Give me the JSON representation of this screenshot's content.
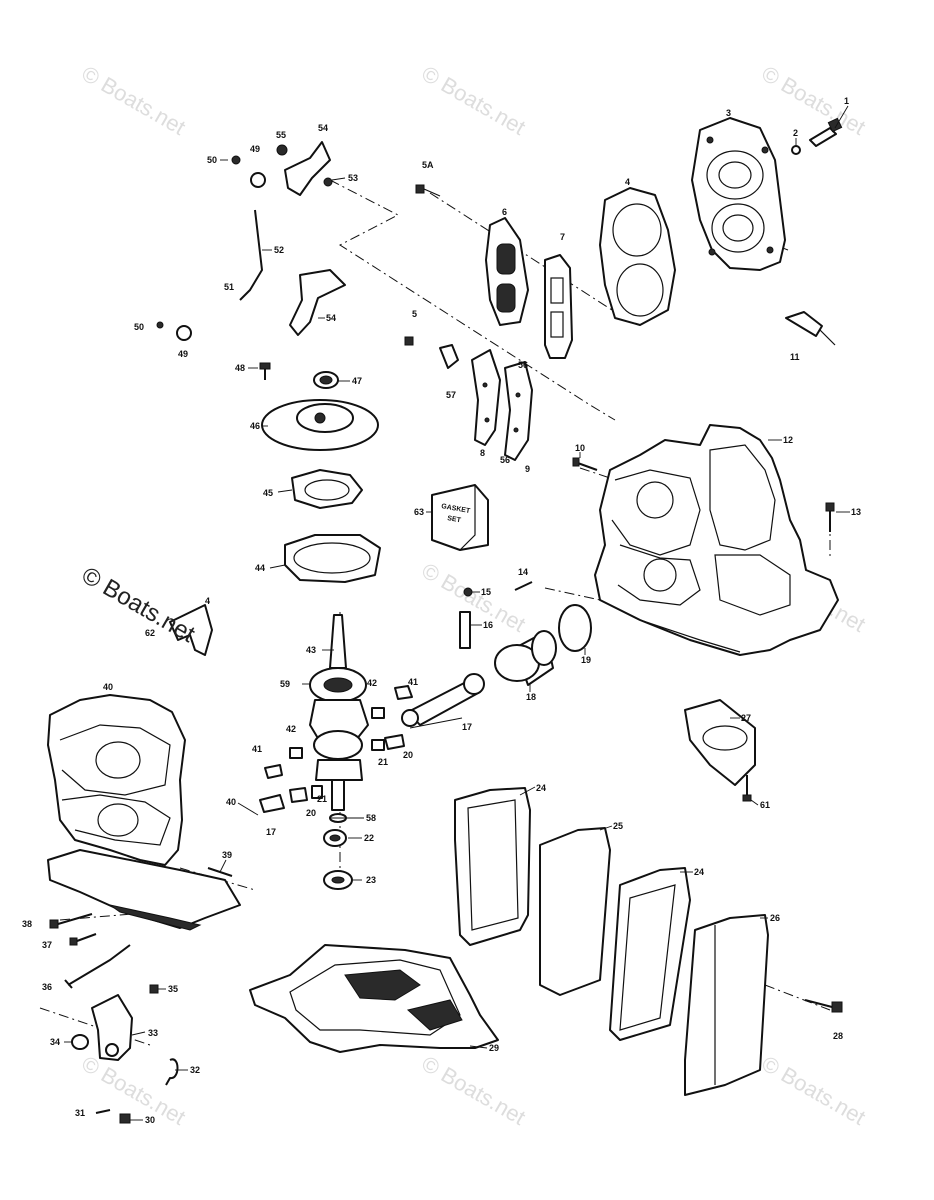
{
  "watermark": {
    "text": "© Boats.net",
    "prominent_text": "© Boats.net"
  },
  "gasket_set_box": {
    "line1": "GASKET",
    "line2": "SET"
  },
  "part_numbers": [
    "1",
    "2",
    "3",
    "4",
    "5A",
    "6",
    "7",
    "5",
    "11",
    "10",
    "12",
    "13",
    "14",
    "15",
    "16",
    "17",
    "18",
    "19",
    "20",
    "21",
    "22",
    "23",
    "24",
    "25",
    "26",
    "27",
    "28",
    "29",
    "30",
    "31",
    "32",
    "33",
    "34",
    "35",
    "36",
    "37",
    "38",
    "39",
    "40",
    "41",
    "42",
    "43",
    "44",
    "45",
    "46",
    "47",
    "48",
    "49",
    "50",
    "51",
    "52",
    "53",
    "54",
    "55",
    "56",
    "57",
    "58",
    "59",
    "61",
    "62",
    "63",
    "8",
    "9"
  ]
}
